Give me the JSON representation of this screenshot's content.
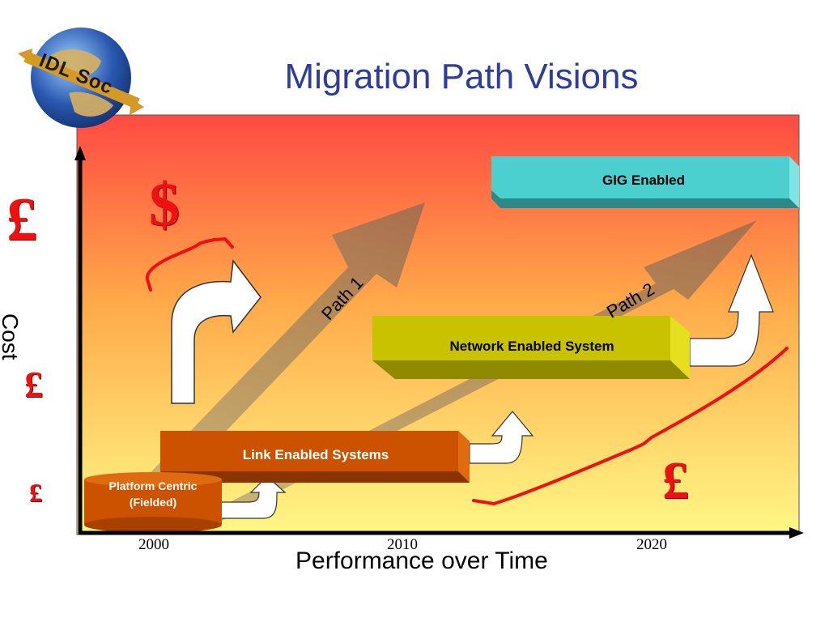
{
  "title": "Migration Path Visions",
  "logo": {
    "text": "IDL Soc"
  },
  "cost": {
    "axis_label": "Cost",
    "symbol_large": "£",
    "symbol_medium": "£",
    "symbol_small": "£",
    "dollar": "$",
    "pound_right": "£"
  },
  "x_axis": {
    "label": "Performance over Time",
    "ticks": [
      "2000",
      "2010",
      "2020"
    ]
  },
  "boxes": {
    "platform": {
      "line1": "Platform Centric",
      "line2": "(Fielded)"
    },
    "link": "Link Enabled Systems",
    "network": "Network Enabled System",
    "gig": "GIG Enabled"
  },
  "paths": {
    "path1": "Path 1",
    "path2": "Path 2"
  },
  "colors": {
    "title": "#2e3d9a",
    "gradient_top": "#ff4a42",
    "gradient_bottom": "#fff886",
    "gig_box": "#4ccfcf",
    "network_box": "#c8c200",
    "link_box": "#cc5200",
    "brace": "#ee1111"
  }
}
